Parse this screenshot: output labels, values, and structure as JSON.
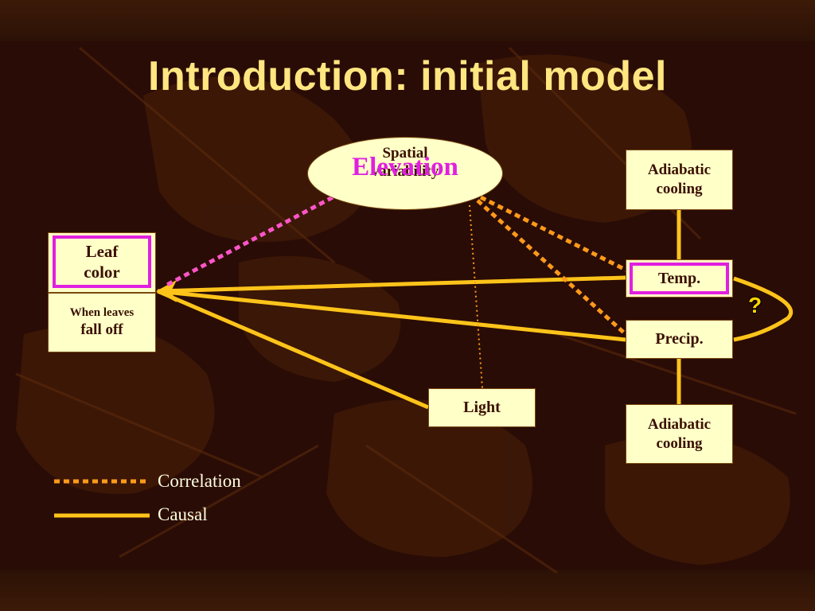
{
  "title": "Introduction: initial model",
  "nodes": {
    "leaf_color": "Leaf color",
    "when_leaves": "When leaves",
    "fall_off": "fall off",
    "spatial_variability": "Spatial variability",
    "elevation": "Elevation",
    "adiabatic_cooling_top": "Adiabatic cooling",
    "temp": "Temp.",
    "precip": "Precip.",
    "adiabatic_cooling_bottom": "Adiabatic cooling",
    "light": "Light",
    "question": "?"
  },
  "legend": {
    "correlation": "Correlation",
    "causal": "Causal"
  },
  "colors": {
    "causal_line": "#ffc41a",
    "correlation_line": "#ff9a1a",
    "elevation_link": "#ff55c8",
    "highlight": "#e020e0",
    "box_fill": "#ffffc8",
    "title": "#ffe680",
    "background": "#2a0c06"
  }
}
